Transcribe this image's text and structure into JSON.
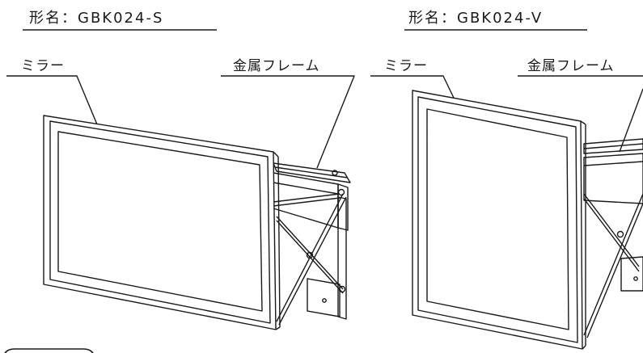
{
  "models": [
    {
      "model_label": "形名：GBK024-S",
      "mirror_label": "ミラー",
      "frame_label": "金属フレーム"
    },
    {
      "model_label": "形名：GBK024-V",
      "mirror_label": "ミラー",
      "frame_label": "金属フレーム"
    }
  ],
  "colors": {
    "line": "#1a1a1a",
    "background": "#ffffff"
  }
}
